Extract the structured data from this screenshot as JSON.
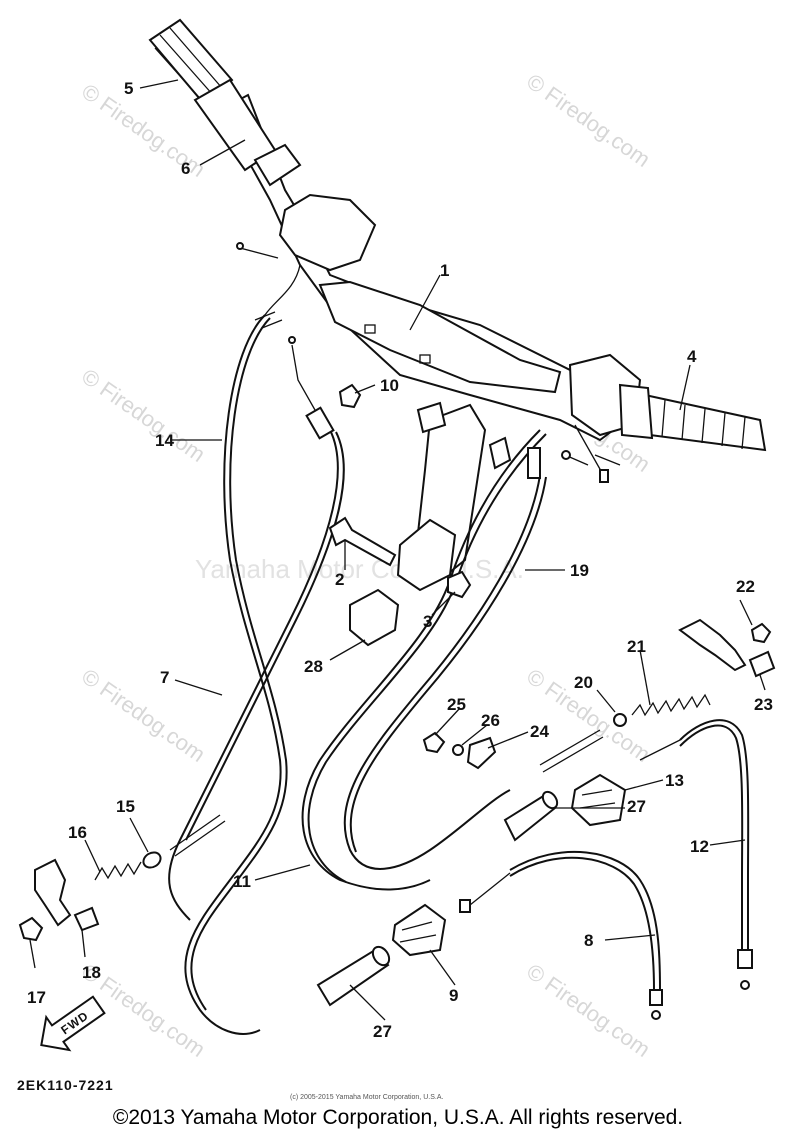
{
  "watermarks": {
    "firedog": "© Firedog.com",
    "center": "Yamaha Motor Corp., U.S.A."
  },
  "part_numbers": {
    "p1": "1",
    "p2": "2",
    "p3": "3",
    "p4": "4",
    "p5": "5",
    "p6": "6",
    "p7": "7",
    "p8": "8",
    "p9": "9",
    "p10": "10",
    "p11": "11",
    "p12": "12",
    "p13": "13",
    "p14": "14",
    "p15": "15",
    "p16": "16",
    "p17": "17",
    "p18": "18",
    "p19": "19",
    "p20": "20",
    "p21": "21",
    "p22": "22",
    "p23": "23",
    "p24": "24",
    "p25": "25",
    "p26": "26",
    "p27a": "27",
    "p27b": "27",
    "p28": "28"
  },
  "fwd_label": "FWD",
  "diagram_code": "2EK110-7221",
  "small_notice": "(c) 2005-2015 Yamaha Motor Corporation, U.S.A.",
  "copyright": "©2013 Yamaha Motor Corporation, U.S.A. All rights reserved."
}
